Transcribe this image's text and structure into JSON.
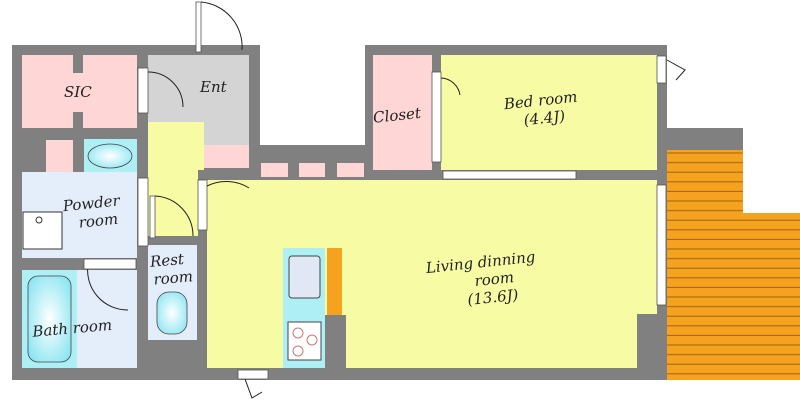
{
  "rooms": {
    "sic": "SIC",
    "entrance": "Ent",
    "closet": "Closet",
    "bedroom": "Bed room",
    "bedroom_size": "(4.4J)",
    "powder": "Powder",
    "powder_2": "room",
    "restroom": "Rest",
    "restroom_2": "room",
    "bathroom": "Bath room",
    "living": "Living dinning",
    "living_2": "room",
    "living_size": "(13.6J)"
  },
  "colors": {
    "wall": "#808080",
    "storage": "#ffd6d6",
    "entrance": "#d4d4d4",
    "living": "#f6fba4",
    "wet_area": "#e3eefa",
    "fixture": "#aeeef5",
    "deck": "#f5a21f"
  }
}
